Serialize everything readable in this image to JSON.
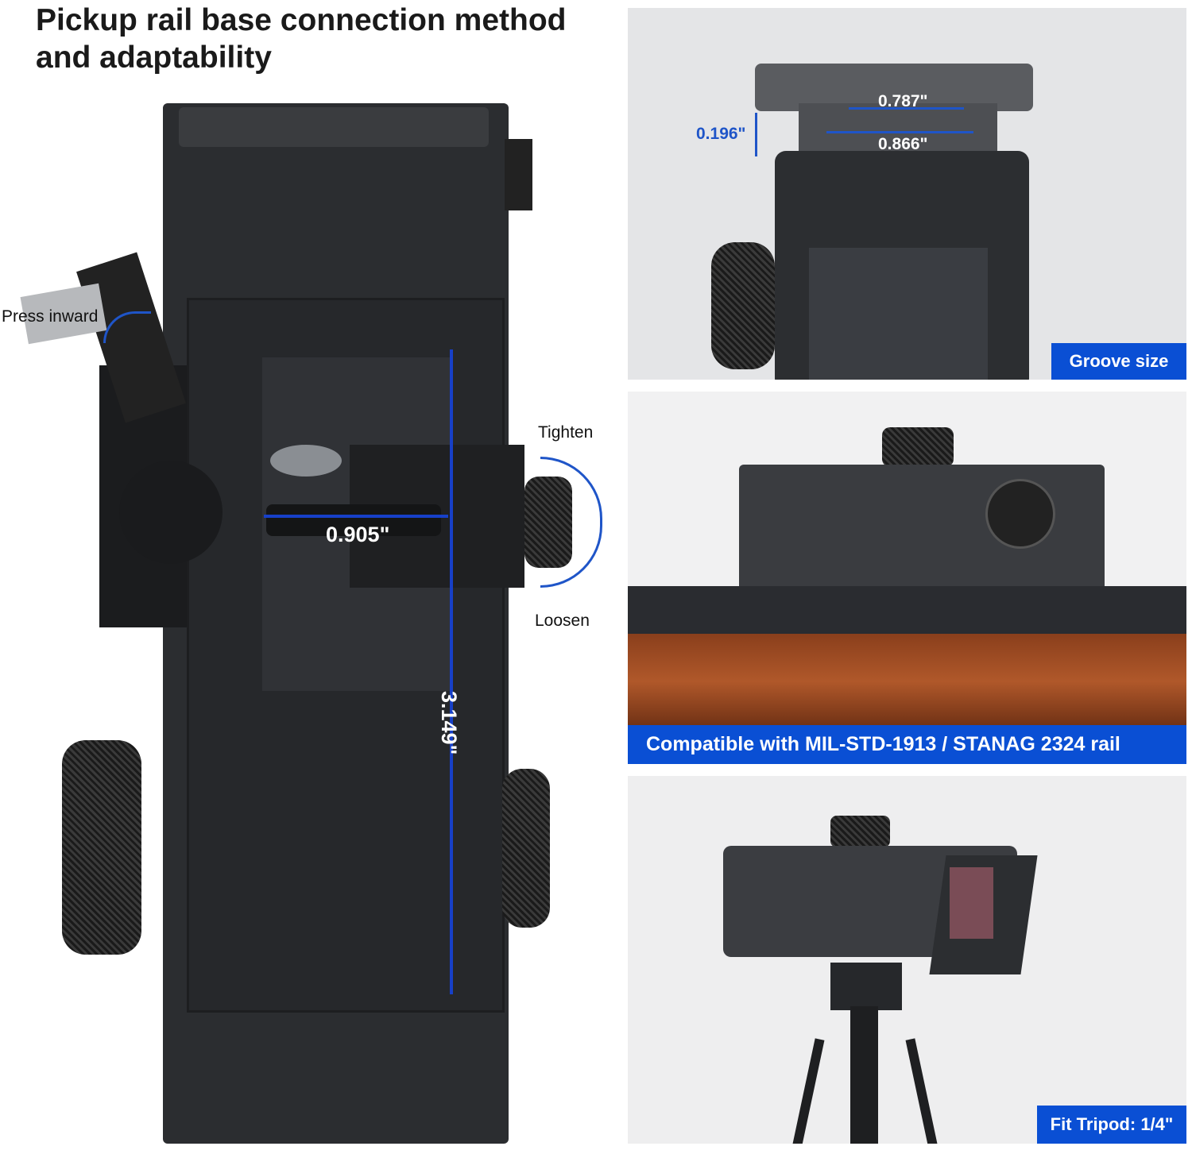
{
  "title": "Pickup rail base connection method and adaptability",
  "main_image": {
    "press_inward": "Press inward",
    "tighten": "Tighten",
    "loosen": "Loosen",
    "width_dim": "0.905\"",
    "length_dim": "3.149\""
  },
  "panels": [
    {
      "label": "Groove size",
      "dims": {
        "top": "0.787\"",
        "bottom": "0.866\"",
        "height": "0.196\""
      }
    },
    {
      "label": "Compatible with MIL-STD-1913 / STANAG 2324 rail"
    },
    {
      "label": "Fit Tripod: 1/4\""
    }
  ],
  "colors": {
    "accent": "#0a4fd4",
    "device": "#2b2d30"
  }
}
